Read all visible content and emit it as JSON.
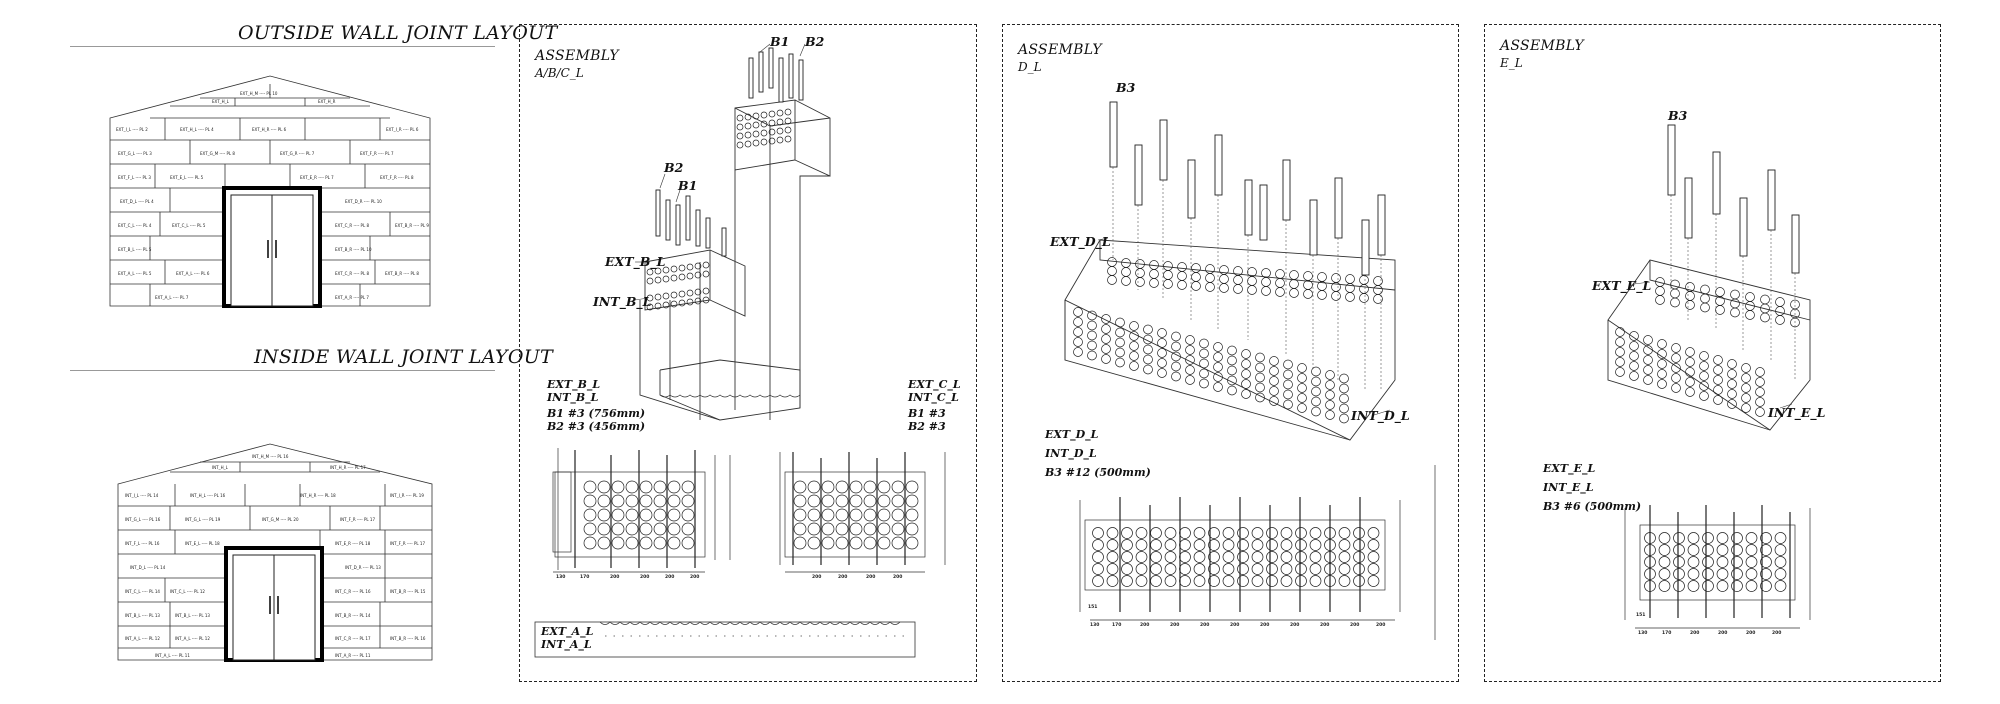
{
  "left": {
    "outside_title": "OUTSIDE WALL JOINT LAYOUT",
    "inside_title": "INSIDE WALL JOINT LAYOUT"
  },
  "panel1": {
    "heading": "ASSEMBLY",
    "subheading": "A/B/C_L",
    "labels": {
      "b1": "B1",
      "b2": "B2",
      "ext_b": "EXT_B_L",
      "int_b": "INT_B_L"
    },
    "notes_left": [
      "EXT_B_L",
      "INT_B_L",
      "B1  #3 (756mm)",
      "B2  #3 (456mm)"
    ],
    "notes_right": [
      "EXT_C_L",
      "INT_C_L",
      "B1  #3",
      "B2  #3"
    ],
    "notes_bottom": [
      "EXT_A_L",
      "INT_A_L"
    ]
  },
  "panel2": {
    "heading": "ASSEMBLY",
    "subheading": "D_L",
    "labels": {
      "b3": "B3",
      "ext_d": "EXT_D_L",
      "int_d": "INT_D_L"
    },
    "notes": [
      "EXT_D_L",
      "INT_D_L",
      "B3  #12 (500mm)"
    ]
  },
  "panel3": {
    "heading": "ASSEMBLY",
    "subheading": "E_L",
    "labels": {
      "b3": "B3",
      "ext_e": "EXT_E_L",
      "int_e": "INT_E_L"
    },
    "notes": [
      "EXT_E_L",
      "INT_E_L",
      "B3  #6 (500mm)"
    ]
  }
}
